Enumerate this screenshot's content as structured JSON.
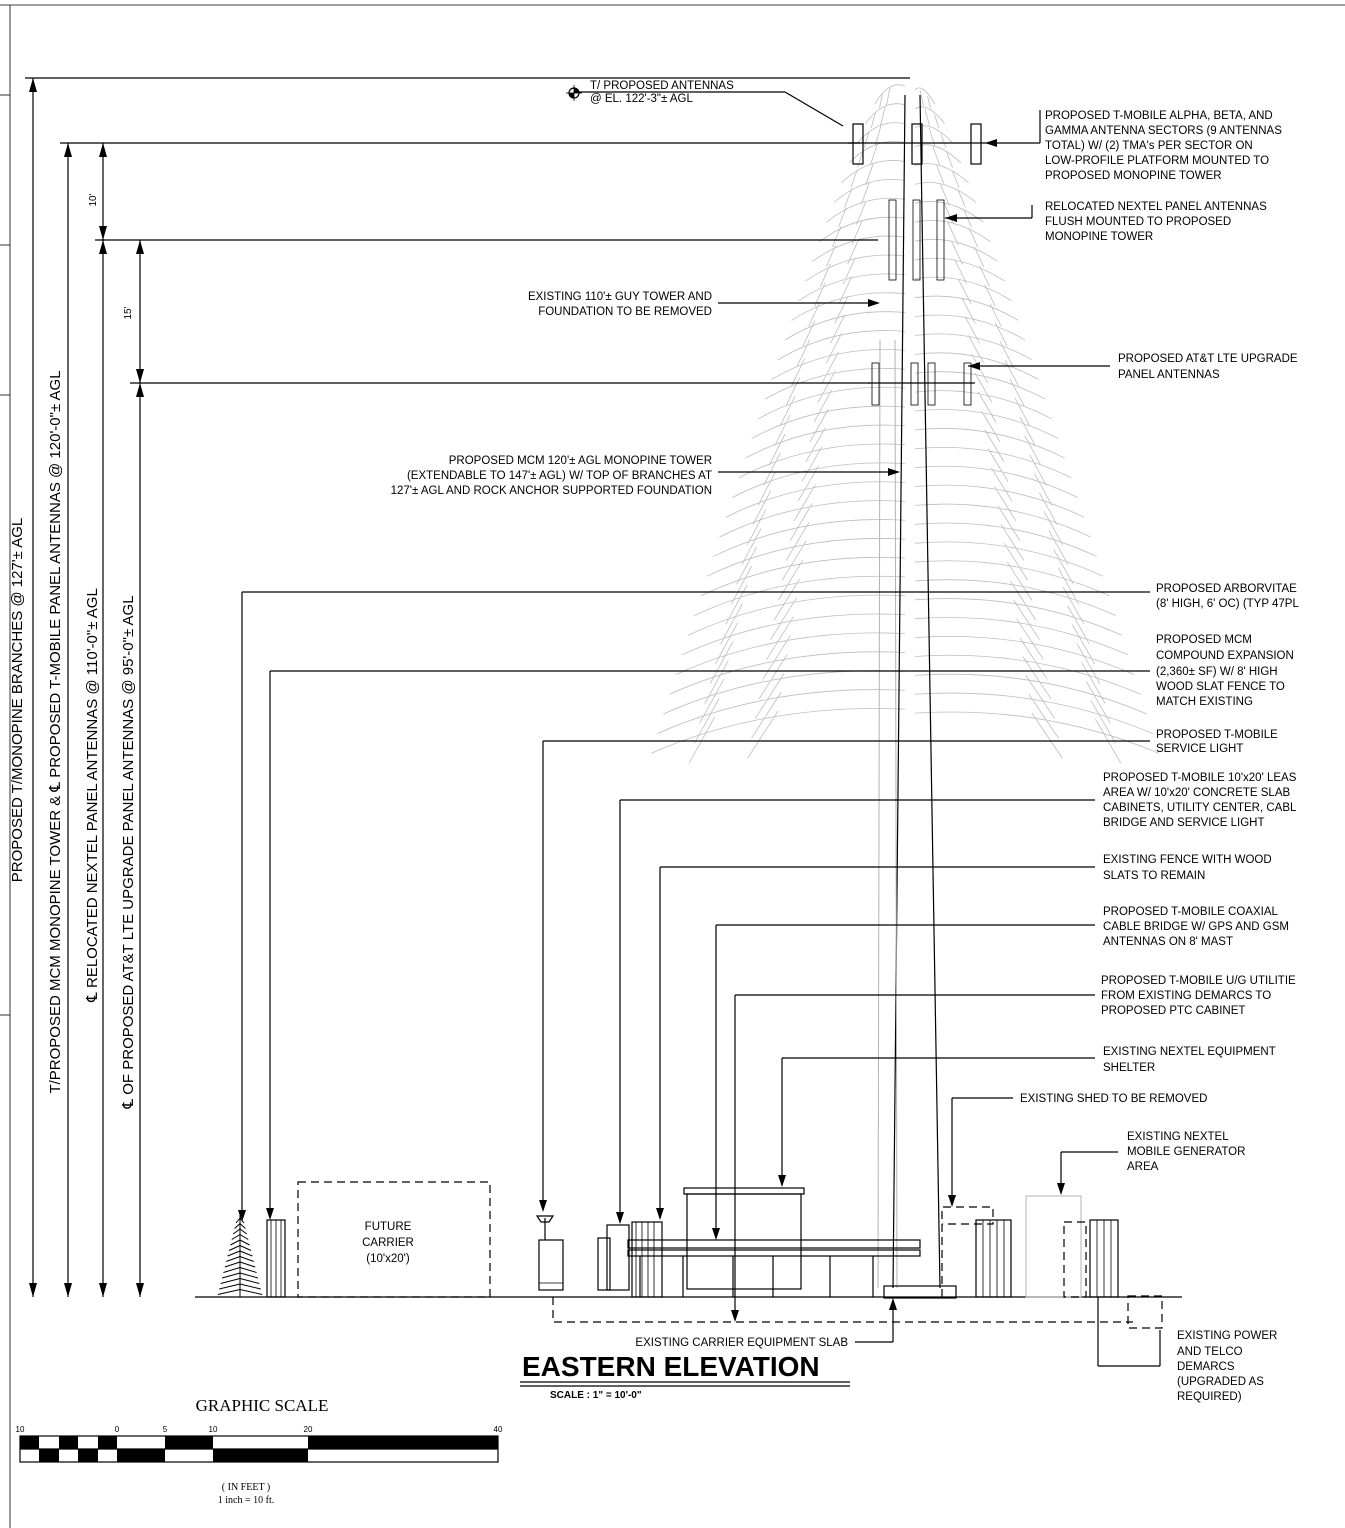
{
  "drawing": {
    "title": "EASTERN ELEVATION",
    "scale_note": "SCALE : 1\" = 10'-0\""
  },
  "dimensions": {
    "top_spacing": "10'",
    "mid_spacing": "15'",
    "vertical_labels": [
      "PROPOSED T/MONOPINE BRANCHES @ 127'± AGL",
      "T/PROPOSED MCM MONOPINE TOWER &  ℄ PROPOSED T-MOBILE PANEL ANTENNAS @ 120'-0\"± AGL",
      "℄ RELOCATED NEXTEL PANEL ANTENNAS @ 110'-0\"± AGL",
      "℄ OF PROPOSED AT&T LTE UPGRADE PANEL ANTENNAS @ 95'-0\"± AGL"
    ]
  },
  "callouts": {
    "top_antennas": [
      "T/ PROPOSED ANTENNAS",
      "@ EL. 122'-3\"± AGL"
    ],
    "guy_tower": [
      "EXISTING 110'± GUY TOWER AND",
      "FOUNDATION TO BE REMOVED"
    ],
    "monopine": [
      "PROPOSED MCM 120'± AGL MONOPINE TOWER",
      "(EXTENDABLE TO 147'± AGL) W/ TOP OF BRANCHES AT",
      "127'± AGL AND ROCK ANCHOR SUPPORTED FOUNDATION"
    ],
    "tmobile_sectors": [
      "PROPOSED T-MOBILE ALPHA, BETA, AND",
      "GAMMA ANTENNA SECTORS (9 ANTENNAS",
      "TOTAL) W/ (2) TMA's PER SECTOR ON",
      "LOW-PROFILE PLATFORM MOUNTED TO",
      "PROPOSED MONOPINE TOWER"
    ],
    "nextel_relocated": [
      "RELOCATED NEXTEL PANEL ANTENNAS",
      "FLUSH MOUNTED TO PROPOSED",
      "MONOPINE TOWER"
    ],
    "att_lte": [
      "PROPOSED AT&T LTE UPGRADE",
      "PANEL ANTENNAS"
    ],
    "arborvitae": [
      "PROPOSED ARBORVITAE",
      "(8' HIGH, 6' OC) (TYP 47PL"
    ],
    "compound": [
      "PROPOSED MCM",
      "COMPOUND EXPANSION",
      "(2,360± SF) W/ 8' HIGH",
      "WOOD SLAT FENCE TO",
      "MATCH EXISTING"
    ],
    "service_light": [
      "PROPOSED T-MOBILE",
      "SERVICE LIGHT"
    ],
    "lease_area": [
      "PROPOSED T-MOBILE 10'x20' LEAS",
      "AREA W/ 10'x20' CONCRETE SLAB",
      "CABINETS, UTILITY CENTER, CABL",
      "BRIDGE AND SERVICE LIGHT"
    ],
    "fence": [
      "EXISTING FENCE WITH WOOD",
      "SLATS TO REMAIN"
    ],
    "coax_bridge": [
      "PROPOSED T-MOBILE COAXIAL",
      "CABLE BRIDGE W/ GPS AND GSM",
      "ANTENNAS ON 8' MAST"
    ],
    "utilities": [
      "PROPOSED T-MOBILE U/G UTILITIE",
      "FROM EXISTING DEMARCS TO",
      "PROPOSED PTC CABINET"
    ],
    "nextel_shelter": [
      "EXISTING NEXTEL EQUIPMENT",
      "SHELTER"
    ],
    "shed": [
      "EXISTING SHED TO BE REMOVED"
    ],
    "generator": [
      "EXISTING NEXTEL",
      "MOBILE GENERATOR",
      "AREA"
    ],
    "carrier_slab": [
      "EXISTING CARRIER EQUIPMENT SLAB"
    ],
    "demarcs": [
      "EXISTING POWER",
      "AND TELCO",
      "DEMARCS",
      "(UPGRADED AS",
      "REQUIRED)"
    ],
    "future_carrier": [
      "FUTURE",
      "CARRIER",
      "(10'x20')"
    ]
  },
  "graphic_scale": {
    "title": "GRAPHIC SCALE",
    "ticks": [
      "10",
      "0",
      "5",
      "10",
      "20",
      "40"
    ],
    "unit_line": "( IN FEET )",
    "ratio_line": "1 inch = 10    ft."
  }
}
